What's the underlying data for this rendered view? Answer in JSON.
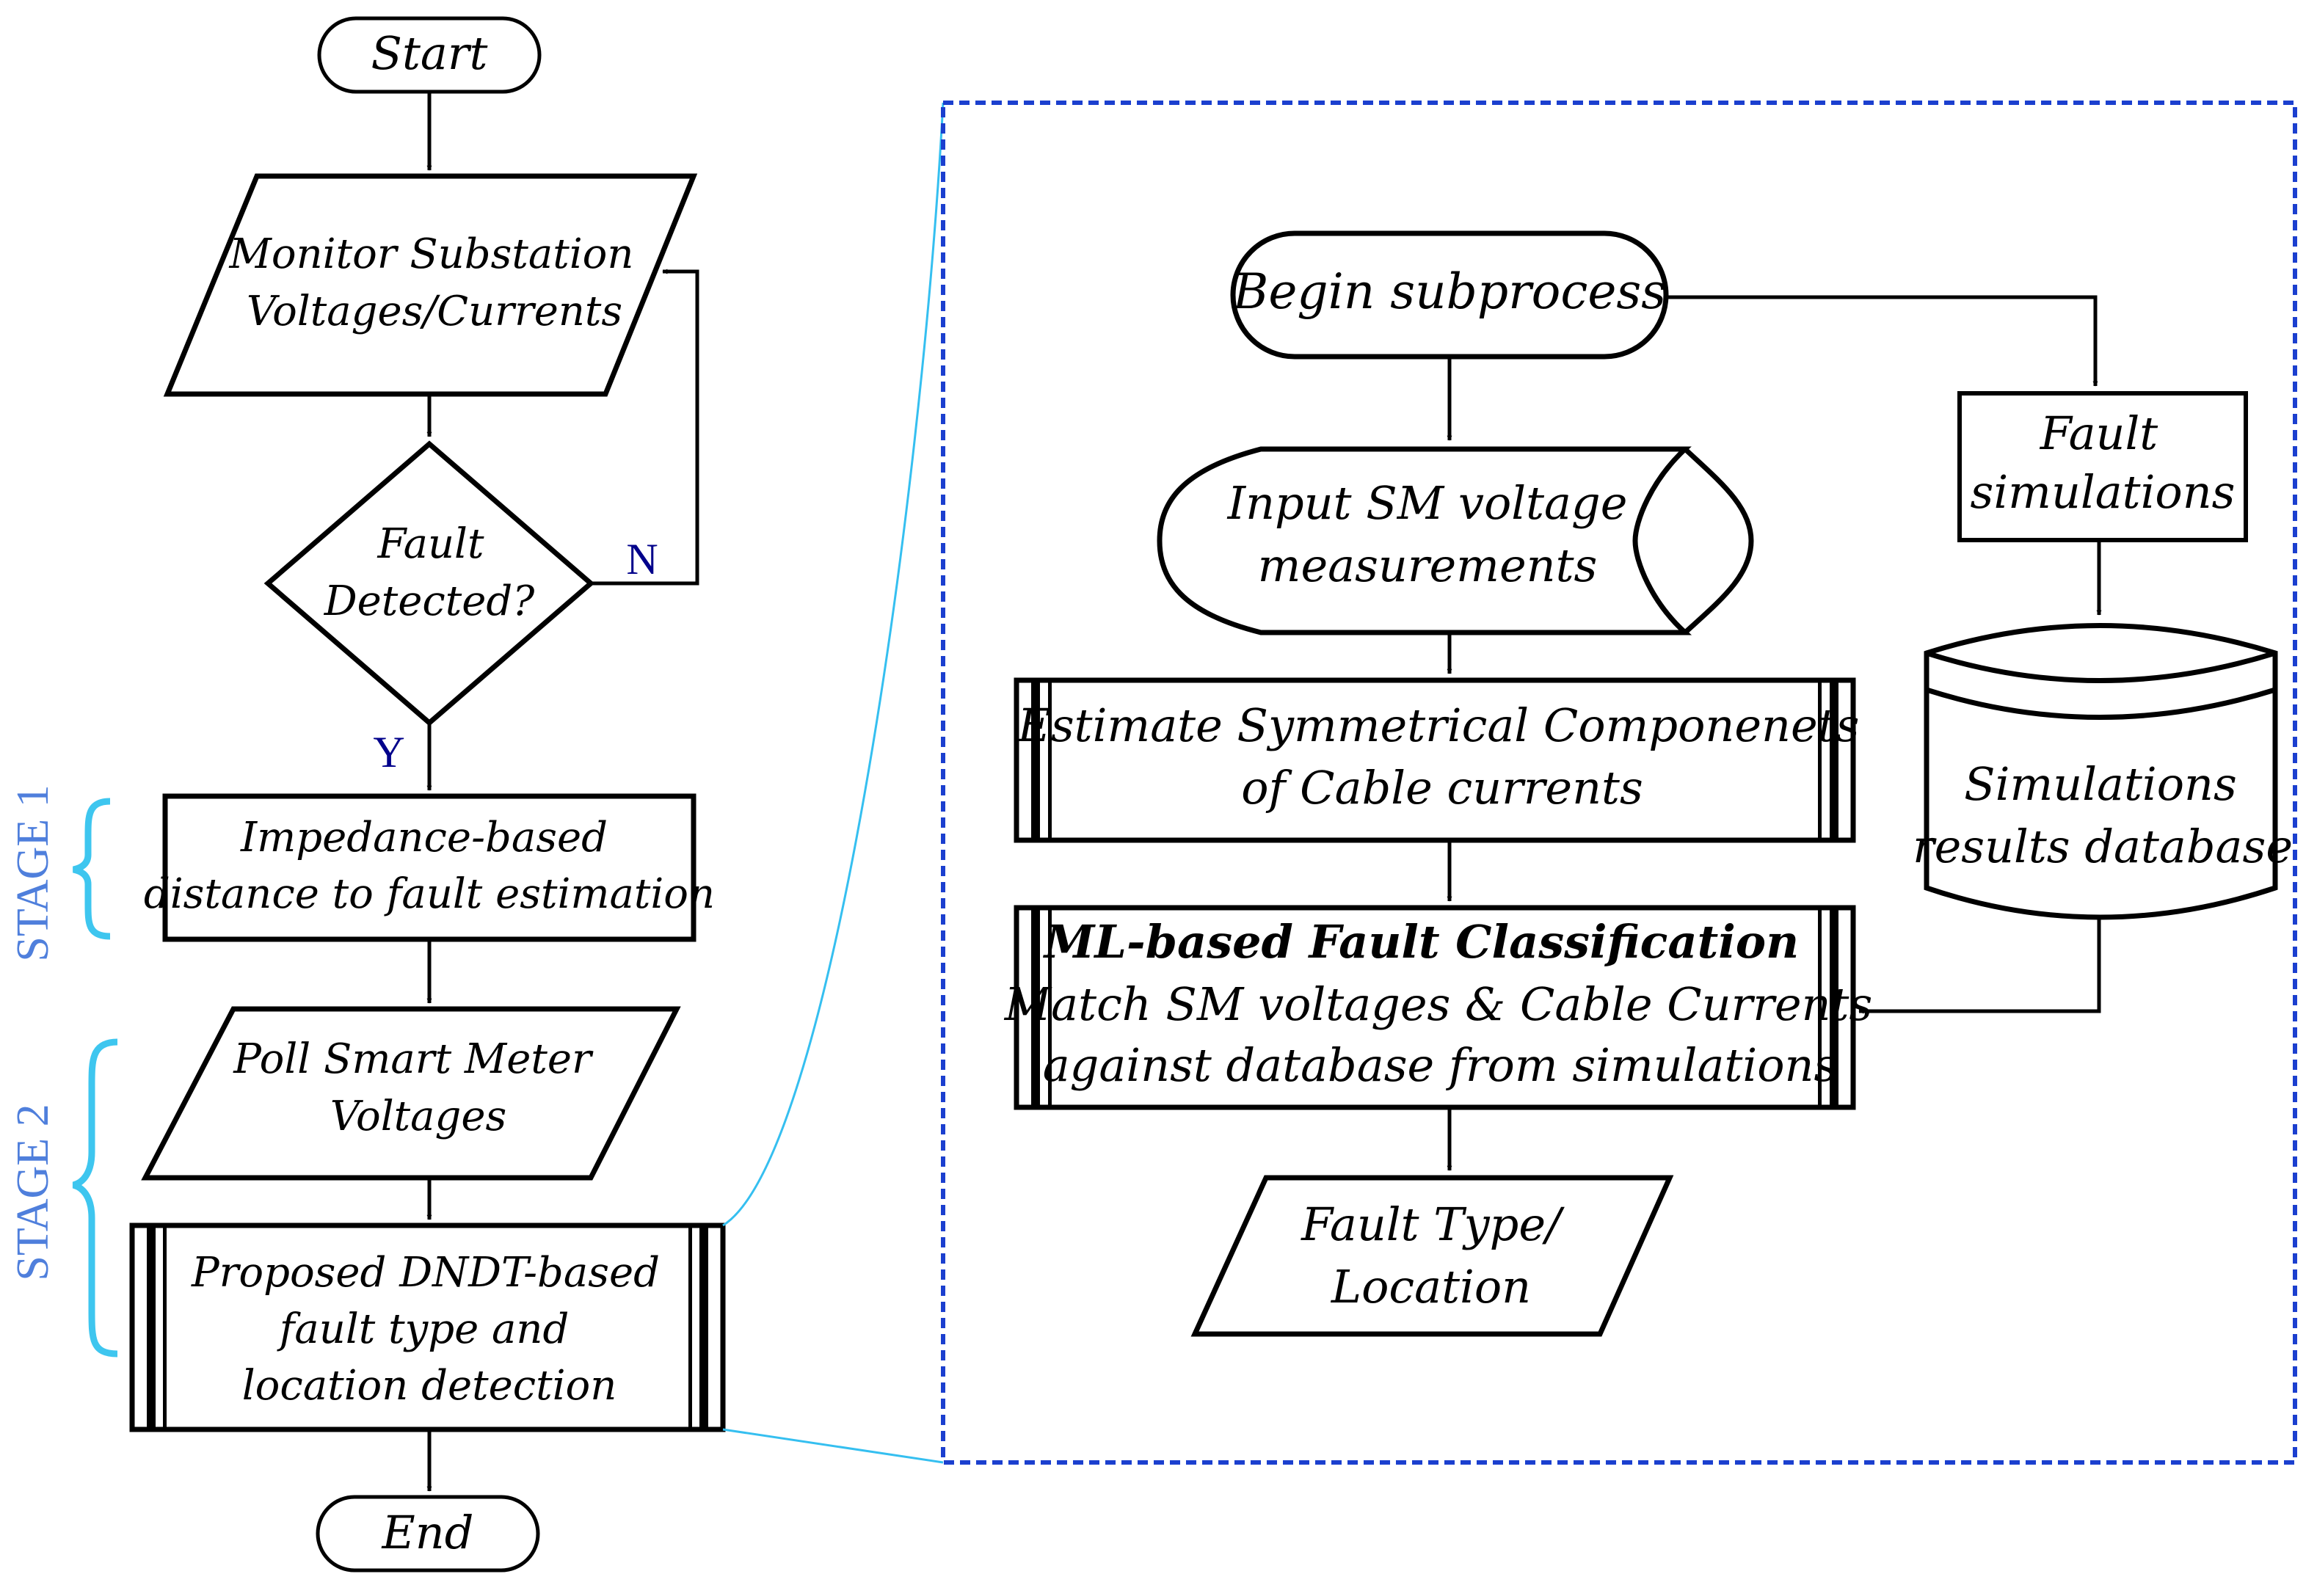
{
  "colors": {
    "line": "#000000",
    "stage_label": "#4f7fdc",
    "stage_brace": "#3ec6ef",
    "callout_line": "#35bff0",
    "dashed_border": "#1b3fcf",
    "branch_label": "#00008b"
  },
  "main_flow": {
    "start": "Start",
    "monitor": [
      "Monitor Substation",
      "Voltages/Currents"
    ],
    "decision": [
      "Fault",
      "Detected?"
    ],
    "no_label": "N",
    "yes_label": "Y",
    "impedance": [
      "Impedance-based",
      "distance to fault estimation"
    ],
    "poll": [
      "Poll Smart Meter",
      "Voltages"
    ],
    "dndt": [
      "Proposed DNDT-based",
      "fault type and",
      "location detection"
    ],
    "end": "End"
  },
  "stages": {
    "stage1": "STAGE 1",
    "stage2": "STAGE 2"
  },
  "subprocess": {
    "begin": "Begin subprocess",
    "input_sm": [
      "Input SM voltage",
      "measurements"
    ],
    "fault_sim": [
      "Fault",
      "simulations"
    ],
    "estimate": [
      "Estimate Symmetrical Componenets",
      "of Cable currents"
    ],
    "database": [
      "Simulations",
      "results database"
    ],
    "ml_title": "ML-based Fault Classification",
    "ml_body": [
      "Match SM voltages & Cable Currents",
      "against database from simulations"
    ],
    "output": [
      "Fault Type/",
      "Location"
    ]
  }
}
